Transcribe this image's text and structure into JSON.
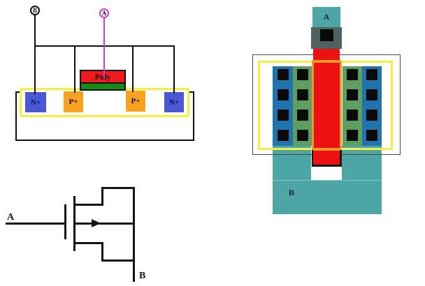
{
  "cross_section": {
    "terminal_b_label": "B",
    "terminal_a_label": "A",
    "poly_label": "Poly",
    "regions": [
      {
        "label": "N+"
      },
      {
        "label": "P+"
      },
      {
        "label": "P+"
      },
      {
        "label": "N+"
      }
    ]
  },
  "schematic": {
    "terminal_a_label": "A",
    "terminal_b_label": "B"
  },
  "layout": {
    "terminal_a_label": "A",
    "bulk_label": "B"
  },
  "colors": {
    "nplus_blue": "#4a58d8",
    "pplus_orange": "#f9a21f",
    "poly_red": "#ee1c1c",
    "gate_oxide_green": "#188a18",
    "well_yellow": "#f6ef3e",
    "terminal_magenta": "#c93fc9",
    "wire_black": "#111111",
    "layout_metal_teal": "#4da5a5",
    "layout_via_gray": "#4f6161",
    "layout_ndiff_blue": "#2173ad",
    "layout_pdiff_green": "#5f9e62",
    "layout_poly_red": "#ee1111",
    "layout_implant_orange": "#e89b2e",
    "contact_black": "#0a0a0a"
  }
}
